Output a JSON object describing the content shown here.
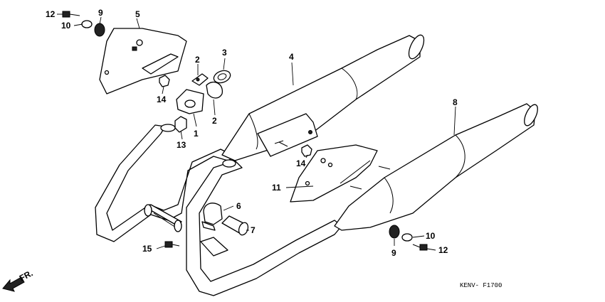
{
  "drawing_code": "KENV- F1700",
  "front_marker": "FR.",
  "callouts": {
    "c1": "1",
    "c2a": "2",
    "c2b": "2",
    "c3": "3",
    "c4": "4",
    "c5": "5",
    "c6": "6",
    "c7": "7",
    "c8": "8",
    "c9a": "9",
    "c9b": "9",
    "c10a": "10",
    "c10b": "10",
    "c11": "11",
    "c12a": "12",
    "c12b": "12",
    "c13": "13",
    "c14a": "14",
    "c14b": "14",
    "c15": "15"
  }
}
